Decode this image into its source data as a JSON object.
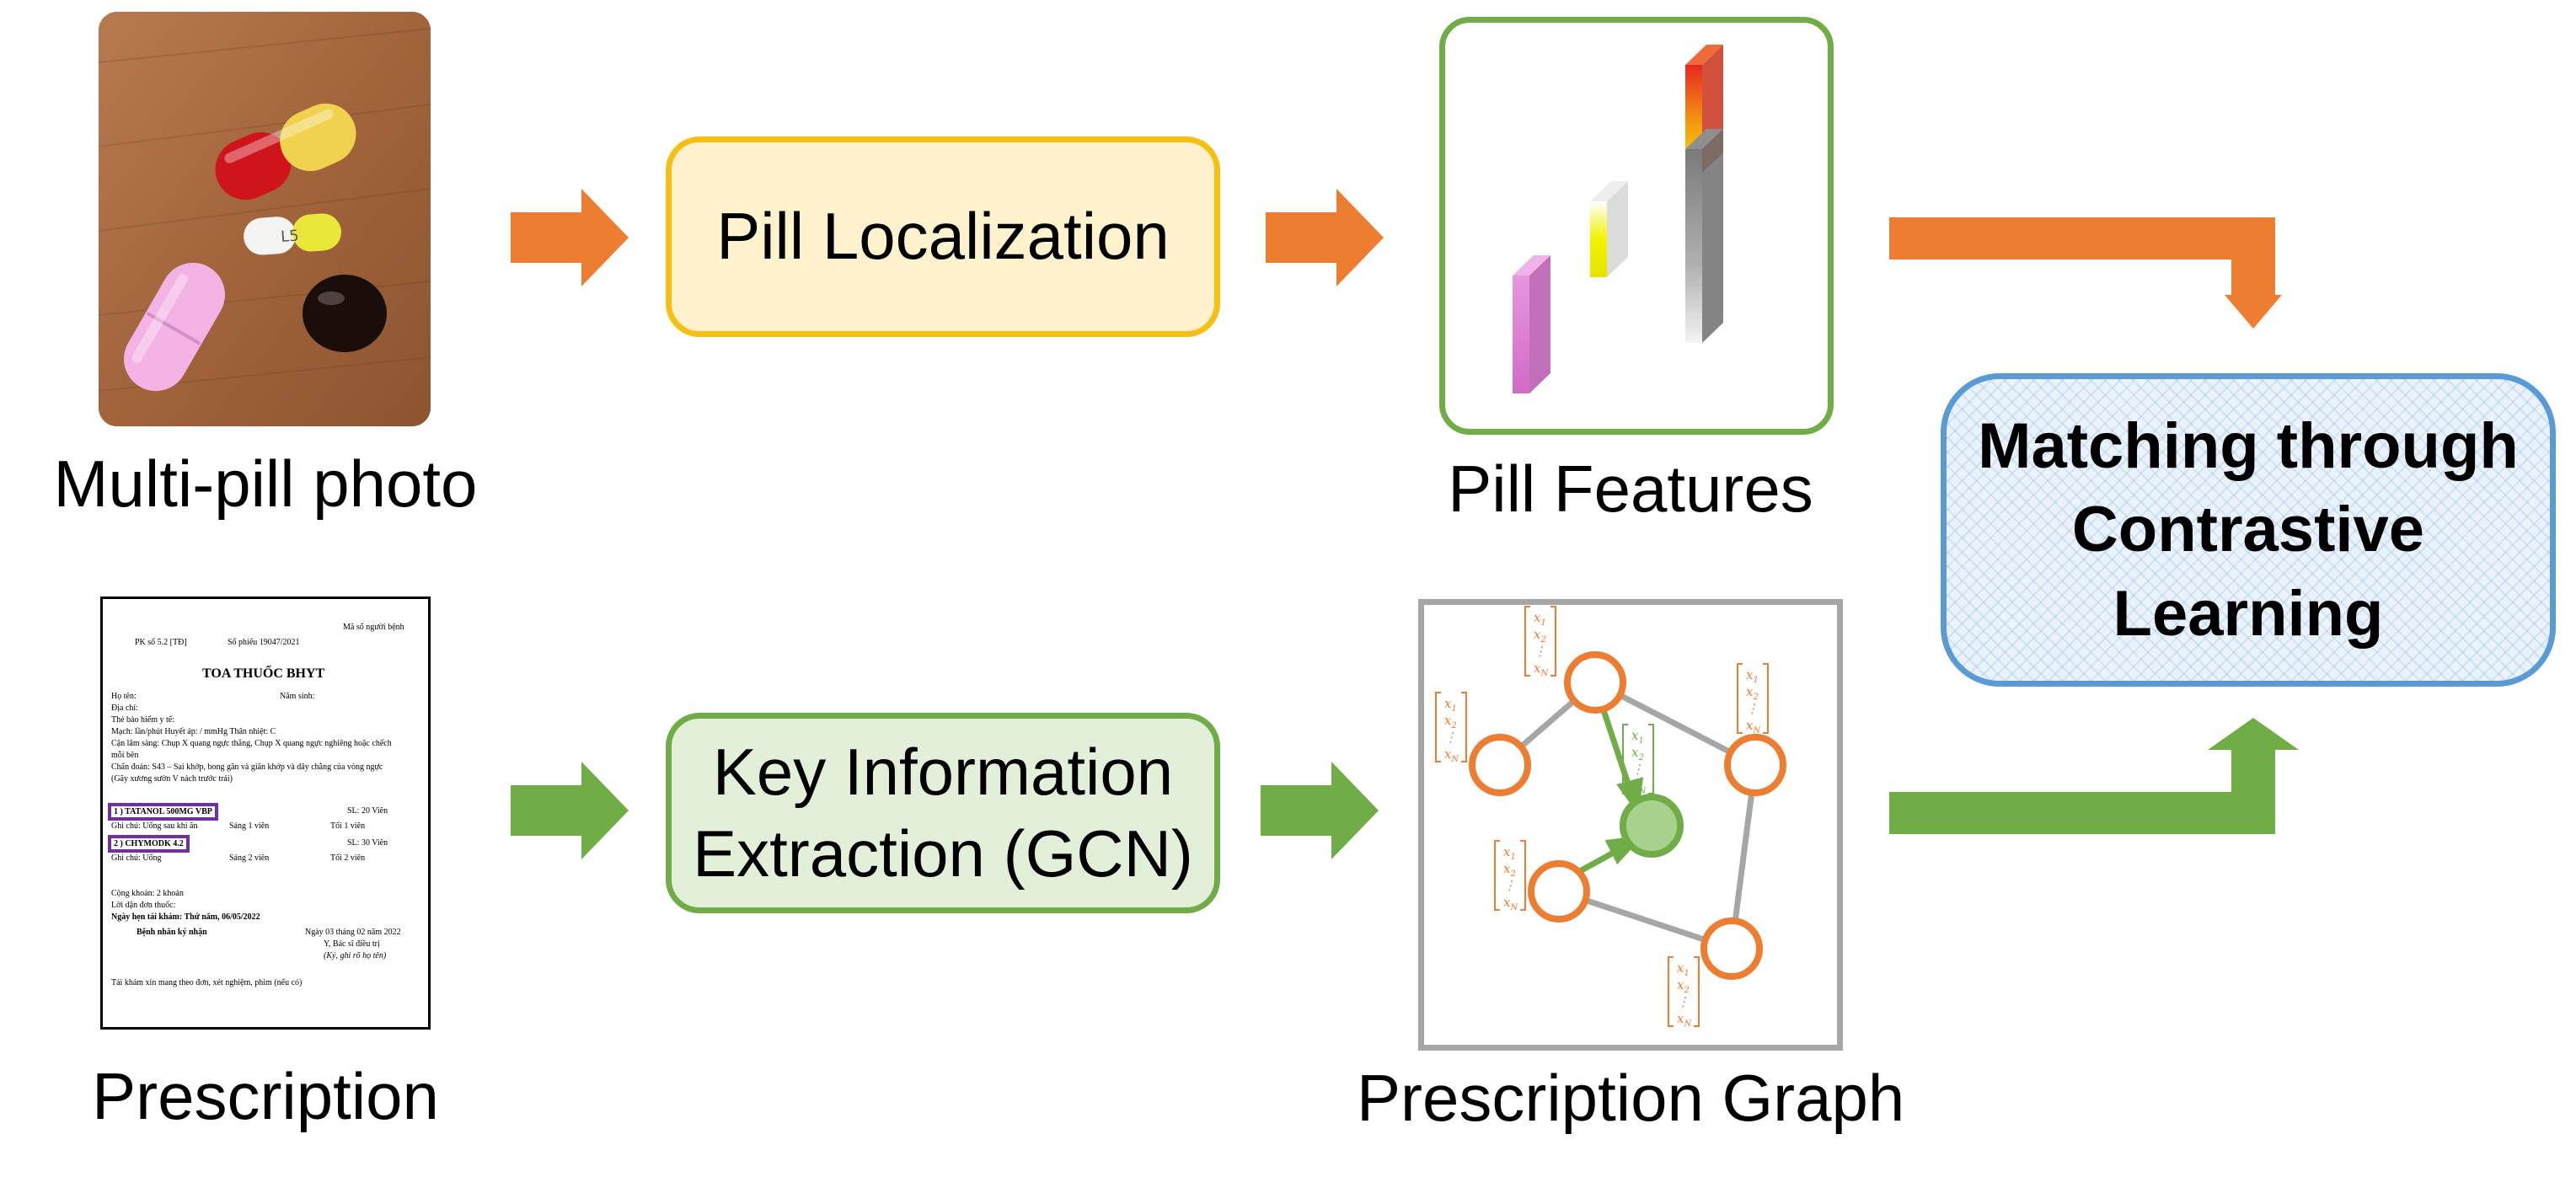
{
  "captions": {
    "multi_pill_photo": "Multi-pill photo",
    "prescription": "Prescription",
    "pill_features": "Pill Features",
    "prescription_graph": "Prescription Graph"
  },
  "boxes": {
    "pill_localization": "Pill Localization",
    "kie_line1": "Key Information",
    "kie_line2": "Extraction (GCN)",
    "match_line1": "Matching through",
    "match_line2": "Contrastive",
    "match_line3": "Learning"
  },
  "prescription_doc": {
    "clinic_code": "PK số 5.2 [TĐ]",
    "form_number": "Số phiếu 19047/2021",
    "patient_id_label": "Mã số người bệnh",
    "title": "TOA THUỐC BHYT",
    "name_label": "Họ tên:",
    "birth_year_label": "Năm sinh:",
    "address_label": "Địa chỉ:",
    "insurance_label": "Thẻ bảo hiểm y tế:",
    "vitals": "Mạch:        lần/phút    Huyết áp:     /       mmHg      Thân nhiệt:        C",
    "clinical_1": "Cận lâm sàng: Chụp X quang ngực thẳng, Chụp X quang ngực nghiêng hoặc chếch",
    "clinical_2": "mỗi bên",
    "diagnosis_1": "Chẩn đoán: S43 – Sai khớp, bong gân và giãn khớp và dây chằng của vòng ngực",
    "diagnosis_2": "(Gãy xương sườn V nách trước trái)",
    "drug1": "1 ) TATANOL 500MG VBP",
    "drug1_qty": "SL: 20 Viên",
    "drug1_note": "Ghi chú: Uống sau khi ăn",
    "drug1_morning": "Sáng 1 viên",
    "drug1_evening": "Tối 1 viên",
    "drug2": "2 ) CHYMODK 4.2",
    "drug2_qty": "SL: 30 Viên",
    "drug2_note": "Ghi chú: Uống",
    "drug2_morning": "Sáng 2 viên",
    "drug2_evening": "Tối 2 viên",
    "total": "Cộng khoản: 2 khoản",
    "advice": "Lời dặn đơn thuốc:",
    "revisit": "Ngày hẹn tái khám: Thứ năm, 06/05/2022",
    "patient_sign": "Bệnh nhân ký nhận",
    "date": "Ngày 03 tháng 02 năm 2022",
    "doctor": "Y, Bác sĩ điều trị",
    "sign_note": "(Ký, ghi rõ họ tên)",
    "footer": "Tái khám xin mang theo đơn, xét nghiệm, phim (nếu có)"
  },
  "graph_vector_labels": [
    "x",
    "x",
    "⋮",
    "x"
  ],
  "graph_vector_subscripts": [
    "1",
    "2",
    "",
    "N"
  ],
  "colors": {
    "orange": "#ed7d31",
    "green": "#70ad47",
    "yellow_border": "#f5c013",
    "yellow_fill": "#fff2cc",
    "green_fill": "#e2efd9",
    "blue_border": "#5b9bd5",
    "gray": "#a6a6a6",
    "purple": "#7030a0"
  }
}
